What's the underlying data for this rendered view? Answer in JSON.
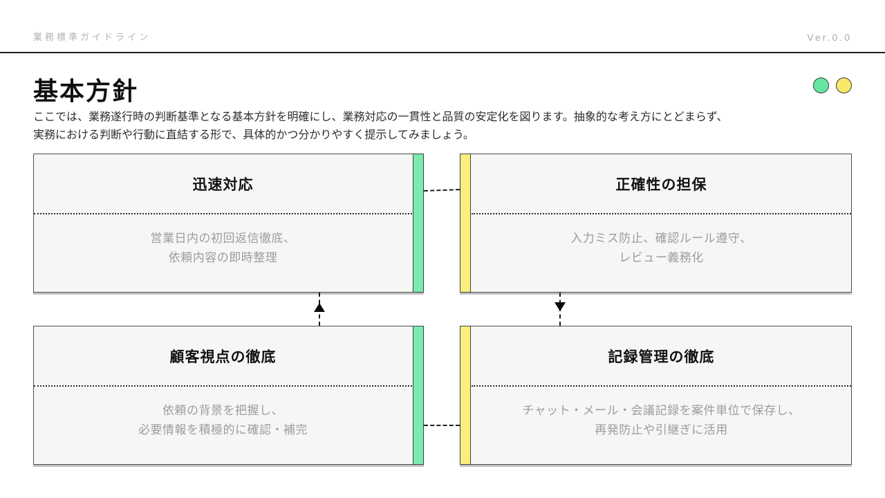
{
  "header": {
    "title": "業務標準ガイドライン",
    "version": "Ver.0.0"
  },
  "main": {
    "title": "基本方針",
    "description": {
      "line1": "ここでは、業務遂行時の判断基準となる基本方針を明確にし、業務対応の一貫性と品質の安定化を図ります。抽象的な考え方にとどまらず、",
      "line2": "実務における判断や行動に直結する形で、具体的かつ分かりやすく提示してみましょう。"
    }
  },
  "colors": {
    "accent_green": "#7DEBAF",
    "accent_yellow": "#F8EF7D",
    "dot_green": "#67E6A2",
    "dot_yellow": "#F9E768"
  },
  "cards": [
    {
      "title": "迅速対応",
      "body_line1": "営業日内の初回返信徹底、",
      "body_line2": "依頼内容の即時整理",
      "accent": "green"
    },
    {
      "title": "正確性の担保",
      "body_line1": "入力ミス防止、確認ルール遵守、",
      "body_line2": "レビュー義務化",
      "accent": "yellow"
    },
    {
      "title": "顧客視点の徹底",
      "body_line1": "依頼の背景を把握し、",
      "body_line2": "必要情報を積極的に確認・補完",
      "accent": "green"
    },
    {
      "title": "記録管理の徹底",
      "body_line1": "チャット・メール・会議記録を案件単位で保存し、",
      "body_line2": "再発防止や引継ぎに活用",
      "accent": "yellow"
    }
  ]
}
